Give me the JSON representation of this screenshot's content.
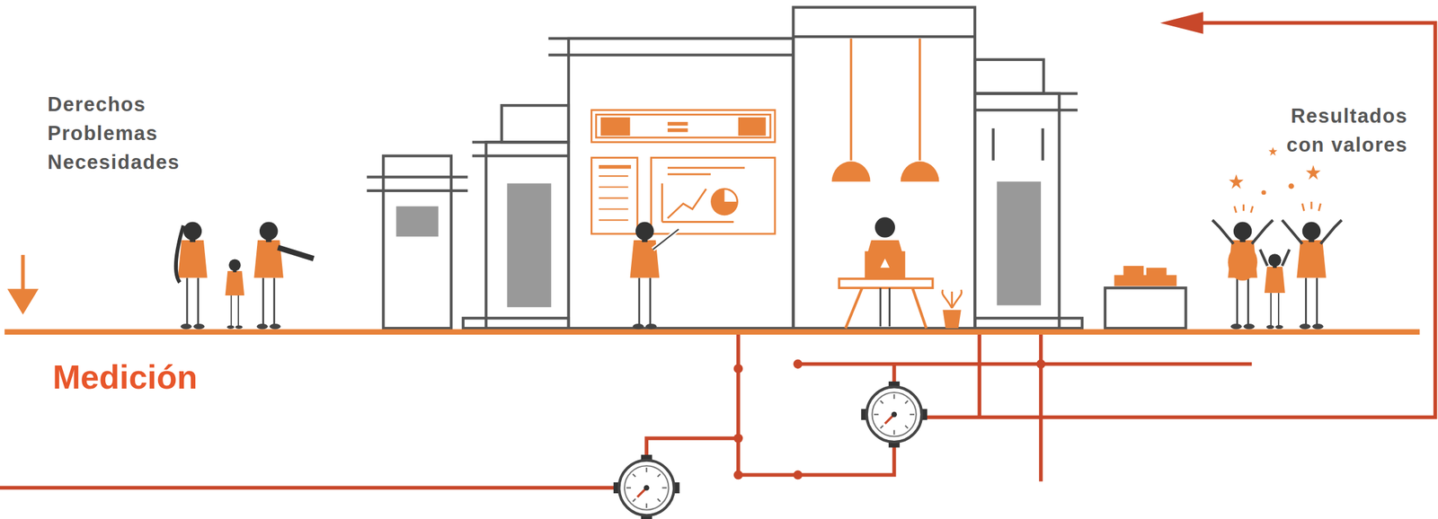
{
  "diagram": {
    "labels": [
      "Derechos Problemas Necesidades",
      "Resultados con valores",
      "Medición"
    ]
  }
}
